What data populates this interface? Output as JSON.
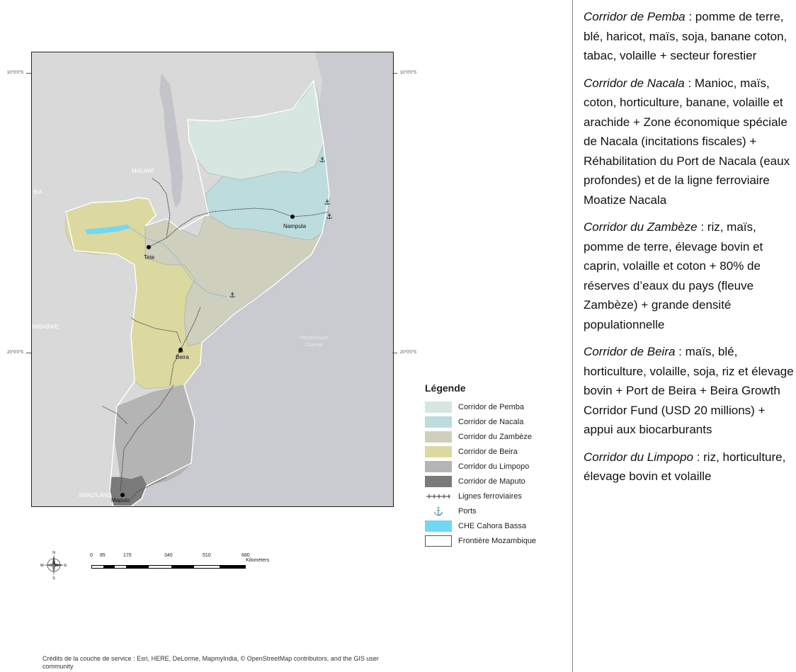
{
  "map": {
    "coords": {
      "lat_10": "10°0'0\"S",
      "lat_20": "20°0'0\"S"
    },
    "places": {
      "malawi": "MALAWI",
      "zambia": "BIA",
      "zimbabwe": "IMBABWE",
      "swaziland": "SWAZILAND",
      "channel_line1": "Mozambique",
      "channel_line2": "Channel",
      "tete": "Tete",
      "nampula": "Nampula",
      "beira": "Beira",
      "maputo": "Maputo"
    },
    "colors": {
      "pemba": "#d6e7e2",
      "nacala": "#bcdcdd",
      "zambeze": "#cfcfbd",
      "beira": "#dcd9a0",
      "limpopo": "#b4b4b4",
      "maputo": "#7a7a7a",
      "cahora": "#72d8f2",
      "background": "#c9cbd1",
      "land": "#d9d9d9"
    }
  },
  "legend": {
    "title": "Légende",
    "items": [
      {
        "label": "Corridor de Pemba",
        "color": "#d6e7e2",
        "kind": "fill"
      },
      {
        "label": "Corridor de Nacala",
        "color": "#bcdcdd",
        "kind": "fill"
      },
      {
        "label": "Corridor du Zambèze",
        "color": "#cfcfbd",
        "kind": "fill"
      },
      {
        "label": "Corridor de Beira",
        "color": "#dcd9a0",
        "kind": "fill"
      },
      {
        "label": "Corridor du Limpopo",
        "color": "#b4b4b4",
        "kind": "fill"
      },
      {
        "label": "Corridor de Maputo",
        "color": "#7a7a7a",
        "kind": "fill"
      },
      {
        "label": "Lignes ferroviaires",
        "kind": "rail"
      },
      {
        "label": "Ports",
        "kind": "port"
      },
      {
        "label": "CHE Cahora Bassa",
        "color": "#72d8f2",
        "kind": "fill"
      },
      {
        "label": "Frontière Mozambique",
        "color": "#ffffff",
        "kind": "outline"
      }
    ]
  },
  "scalebar": {
    "ticks": [
      "0",
      "85",
      "170",
      "340",
      "510",
      "680"
    ],
    "unit": "Kilometers",
    "compass": {
      "n": "N",
      "s": "S",
      "e": "E",
      "w": "W"
    }
  },
  "credits": "Crédits de la couche de service : Esri, HERE, DeLorme, MapmyIndia, © OpenStreetMap contributors, and the GIS user community",
  "text": {
    "paragraphs": [
      {
        "name": "Corridor de Pemba",
        "rest": " : pomme de terre, blé, haricot, maïs, soja, banane coton, tabac, volaille + secteur forestier"
      },
      {
        "name": "Corridor de Nacala",
        "rest": " : Manioc, maïs, coton, horticulture, banane, volaille et arachide + Zone économique spéciale de Nacala (incitations fiscales) + Réhabilitation du Port de Nacala (eaux profondes) et de la ligne ferroviaire Moatize Nacala"
      },
      {
        "name": "Corridor du Zambèze",
        "rest": " : riz, maïs, pomme de terre, élevage bovin et caprin, volaille et coton + 80% de réserves d’eaux du pays (fleuve Zambèze) + grande densité populationnelle"
      },
      {
        "name": "Corridor de Beira",
        "rest": " : maïs, blé, horticulture, volaille, soja, riz et élevage bovin + Port de Beira + Beira Growth Corridor Fund (USD 20 millions) + appui aux biocarburants"
      },
      {
        "name": "Corridor du Limpopo",
        "rest": " : riz, horticulture, élevage bovin et volaille"
      }
    ]
  }
}
